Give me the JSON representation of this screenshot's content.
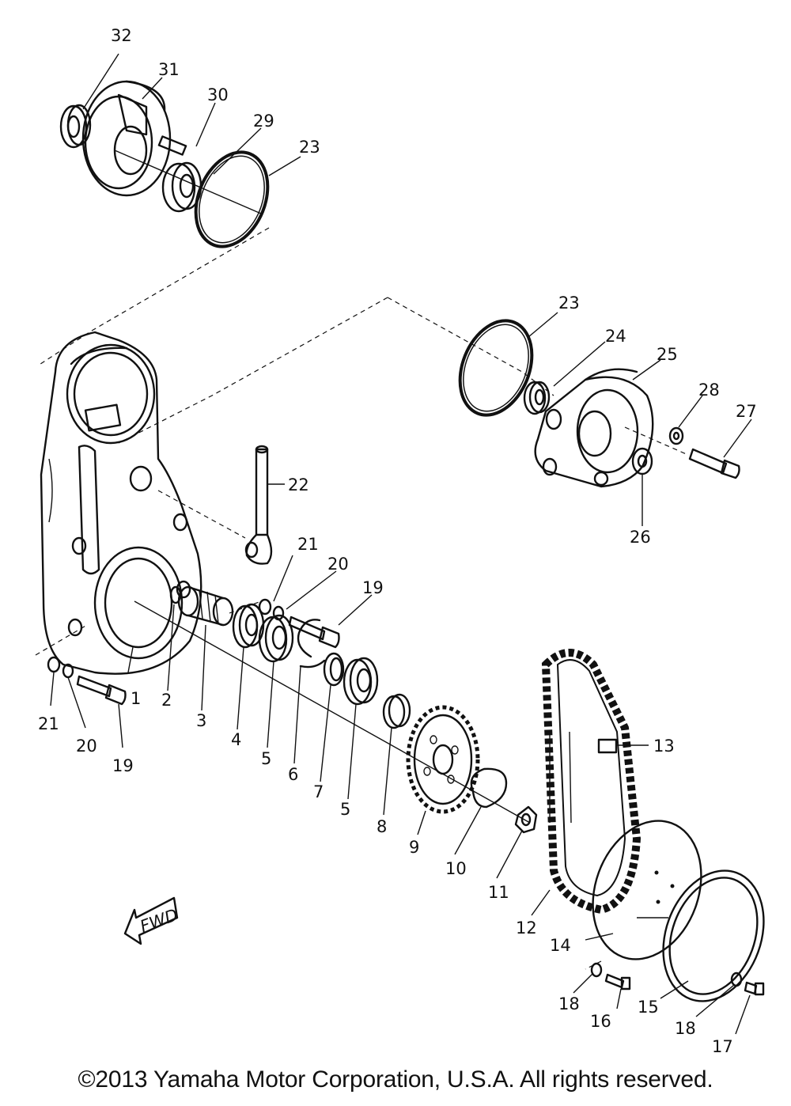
{
  "callouts": [
    "1",
    "2",
    "3",
    "4",
    "5",
    "5",
    "6",
    "7",
    "8",
    "9",
    "10",
    "11",
    "12",
    "13",
    "14",
    "15",
    "16",
    "17",
    "18",
    "18",
    "19",
    "19",
    "20",
    "20",
    "21",
    "21",
    "22",
    "23",
    "23",
    "24",
    "25",
    "26",
    "27",
    "28",
    "29",
    "30",
    "31",
    "32"
  ],
  "fwd_label": "FWD",
  "copyright": "©2013 Yamaha Motor Corporation, U.S.A. All rights reserved."
}
